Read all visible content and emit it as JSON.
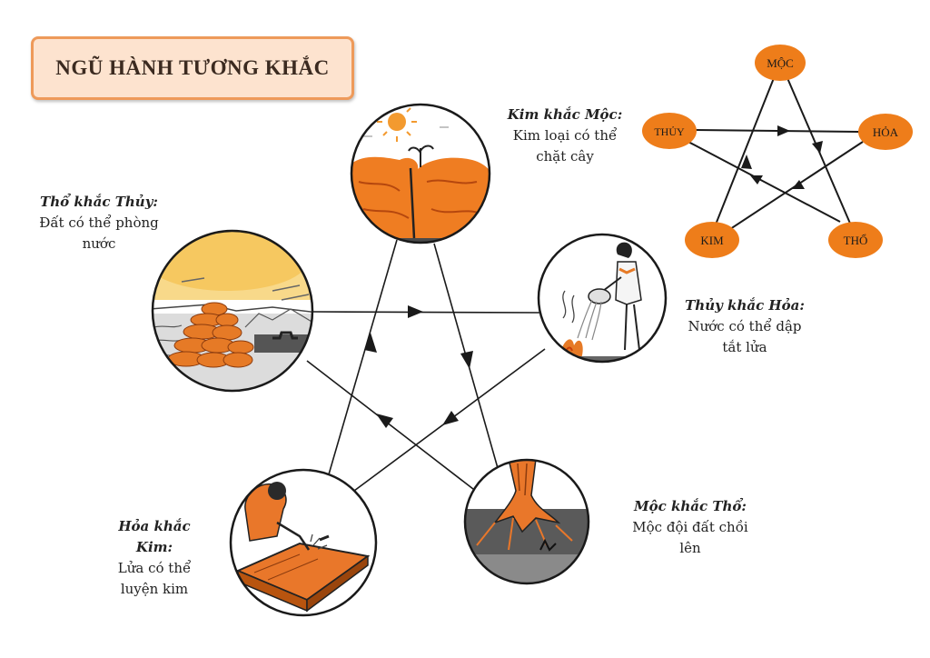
{
  "title": "NGŨ HÀNH TƯƠNG KHẮC",
  "captions": {
    "kim_moc": {
      "head": "Kim khắc Mộc:",
      "line1": "Kim loại có thể",
      "line2": "chặt cây"
    },
    "tho_thuy": {
      "head": "Thổ khắc Thủy:",
      "line1": "Đất có thể phòng",
      "line2": "nước"
    },
    "thuy_hoa": {
      "head": "Thủy khắc Hỏa:",
      "line1": "Nước có thể dập",
      "line2": "tắt lửa"
    },
    "moc_tho": {
      "head": "Mộc khắc Thổ:",
      "line1": "Mộc đội đất chồi",
      "line2": "lên"
    },
    "hoa_kim": {
      "head1": "Hỏa khắc",
      "head2": "Kim:",
      "line1": "Lửa có thể",
      "line2": "luyện kim"
    }
  },
  "mini_diagram": {
    "nodes": {
      "moc": "MỘC",
      "hoa": "HỎA",
      "tho": "THỔ",
      "kim": "KIM",
      "thuy": "THỦY"
    },
    "node_color": "#ee7d1a"
  },
  "colors": {
    "box_fill": "#fde3cf",
    "box_border": "#ee9a5a",
    "orange": "#ee7d1a",
    "line": "#1a1a1a"
  }
}
